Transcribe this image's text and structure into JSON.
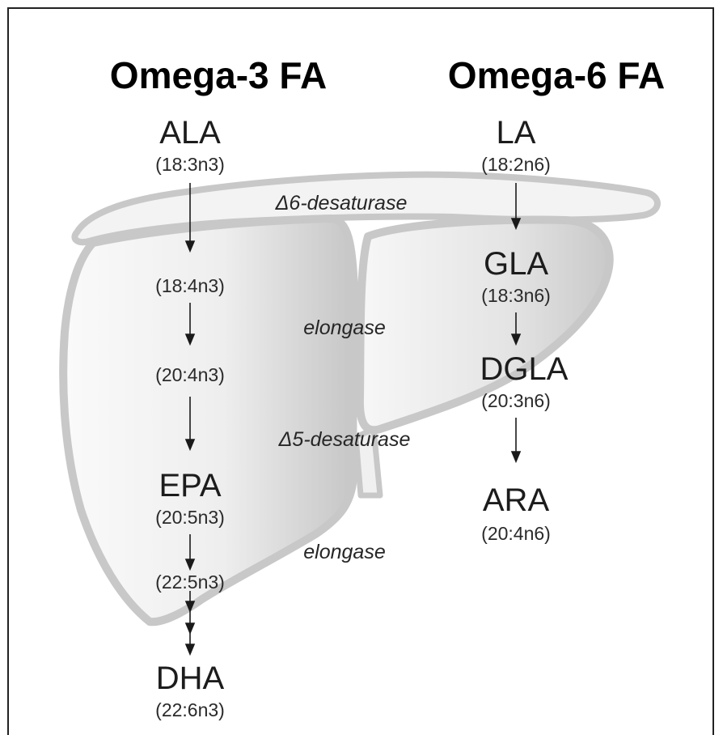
{
  "headings": {
    "omega3": "Omega-3 FA",
    "omega6": "Omega-6 FA"
  },
  "omega3": {
    "ala": {
      "name": "ALA",
      "formula": "(18:3n3)"
    },
    "step1": {
      "formula": "(18:4n3)"
    },
    "step2": {
      "formula": "(20:4n3)"
    },
    "epa": {
      "name": "EPA",
      "formula": "(20:5n3)"
    },
    "step3": {
      "formula": "(22:5n3)"
    },
    "dha": {
      "name": "DHA",
      "formula": "(22:6n3)"
    }
  },
  "omega6": {
    "la": {
      "name": "LA",
      "formula": "(18:2n6)"
    },
    "gla": {
      "name": "GLA",
      "formula": "(18:3n6)"
    },
    "dgla": {
      "name": "DGLA",
      "formula": "(20:3n6)"
    },
    "ara": {
      "name": "ARA",
      "formula": "(20:4n6)"
    }
  },
  "enzymes": {
    "d6": "Δ6-desaturase",
    "elong1": "elongase",
    "d5": "Δ5-desaturase",
    "elong2": "elongase"
  },
  "colors": {
    "liver_outline": "#c8c8c8",
    "liver_fill_light": "#f4f4f4",
    "liver_fill_dark": "#c9c9c9",
    "arrow": "#1a1a1a"
  }
}
